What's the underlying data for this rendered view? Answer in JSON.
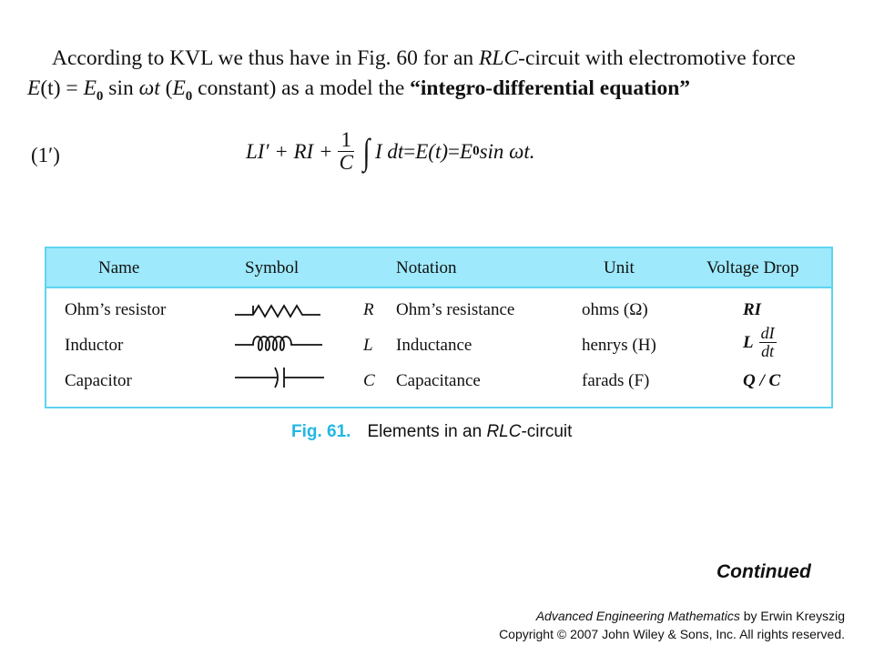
{
  "intro": {
    "line1_a": "According to KVL we thus have in Fig. 60 for an ",
    "line1_rlc": "RLC",
    "line1_b": "-circuit with electromotive force",
    "line2_e": "E",
    "line2_t": "(t)",
    "line2_eq": " = ",
    "line2_e0": "E",
    "line2_sub0": "0",
    "line2_sin": " sin ",
    "line2_wt": "ωt",
    "line2_paren_open": " (",
    "line2_e0b": "E",
    "line2_sub0b": "0",
    "line2_constant": " constant) as a model the ",
    "line2_bold": "“integro-differential equation”"
  },
  "equation": {
    "number": "(1′)",
    "lhs_a": "LI′ + RI + ",
    "frac_num": "1",
    "frac_den": "C",
    "integral_sign": "∫",
    "body": "I dt",
    "eq1": " = ",
    "et": "E(t)",
    "eq2": " = ",
    "e0": "E",
    "sub0": "0",
    "rhs": " sin ωt."
  },
  "table": {
    "headers": [
      "Name",
      "Symbol",
      "Notation",
      "Unit",
      "Voltage Drop"
    ],
    "rows": [
      {
        "name": "Ohm’s resistor",
        "letter": "R",
        "notation": "Ohm’s resistance",
        "unit": "ohms (Ω)",
        "drop": "RI",
        "symbol_icon": "resistor-icon"
      },
      {
        "name": "Inductor",
        "letter": "L",
        "notation": "Inductance",
        "unit": "henrys (H)",
        "drop_l": "L",
        "drop_num": "dI",
        "drop_den": "dt",
        "symbol_icon": "inductor-icon"
      },
      {
        "name": "Capacitor",
        "letter": "C",
        "notation": "Capacitance",
        "unit": "farads (F)",
        "drop": "Q / C",
        "symbol_icon": "capacitor-icon"
      }
    ]
  },
  "caption": {
    "fig": "Fig. 61.",
    "text_a": "Elements in an ",
    "text_rlc": "RLC",
    "text_b": "-circuit"
  },
  "continued": "Continued",
  "footer": {
    "book": "Advanced Engineering Mathematics",
    "author": " by Erwin Kreyszig",
    "copyright": "Copyright © 2007 John Wiley & Sons, Inc.  All rights reserved."
  },
  "colors": {
    "table_border": "#5fd4f2",
    "table_header": "#9ee9fb",
    "caption_fig": "#22b8e3"
  }
}
